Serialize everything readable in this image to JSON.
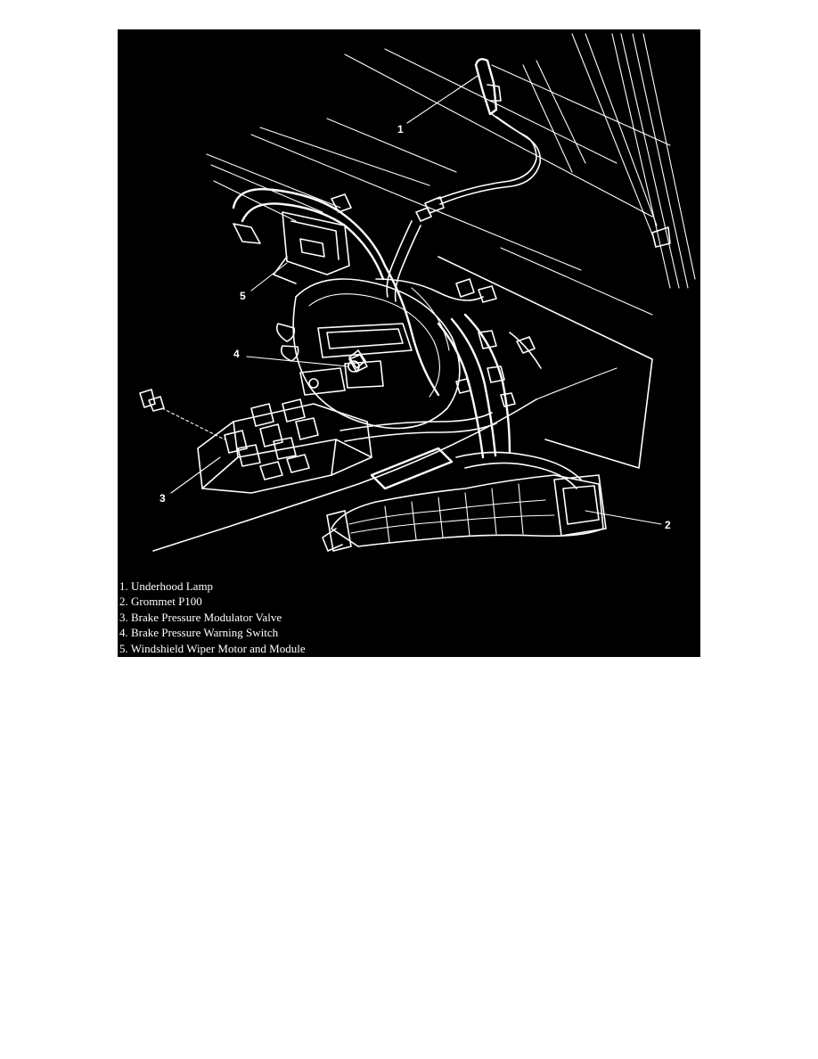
{
  "callouts": [
    {
      "number": "1"
    },
    {
      "number": "2"
    },
    {
      "number": "3"
    },
    {
      "number": "4"
    },
    {
      "number": "5"
    }
  ],
  "legend": [
    {
      "text": "1. Underhood Lamp"
    },
    {
      "text": "2. Grommet P100"
    },
    {
      "text": "3. Brake Pressure Modulator Valve"
    },
    {
      "text": "4. Brake Pressure Warning Switch"
    },
    {
      "text": "5. Windshield Wiper Motor and Module"
    }
  ],
  "colors": {
    "figure_background": "#000000",
    "line_art": "#ffffff",
    "page_background": "#ffffff"
  }
}
